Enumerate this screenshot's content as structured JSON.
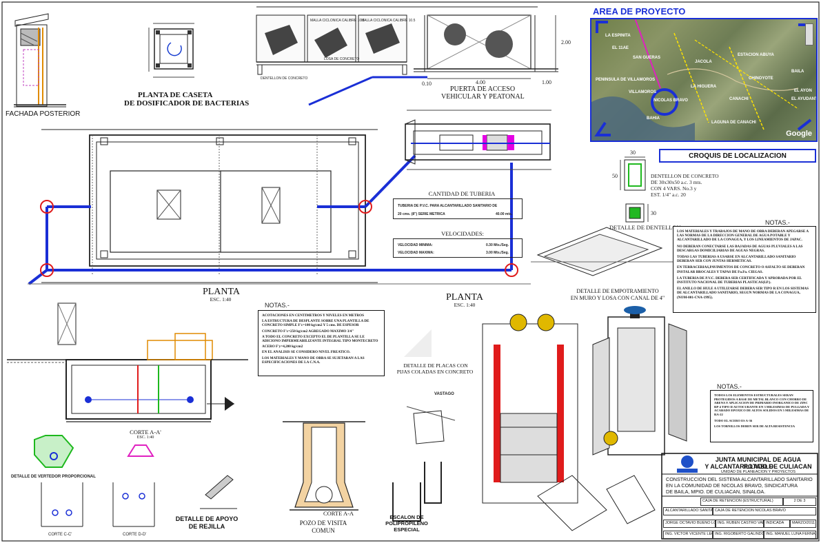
{
  "top_left": {
    "fachada_posterior": "FACHADA POSTERIOR",
    "planta_caseta_line1": "PLANTA DE CASETA",
    "planta_caseta_line2": "DE DOSIFICADOR DE BACTERIAS"
  },
  "gate": {
    "title_line1": "PUERTA DE ACCESO",
    "title_line2": "VEHICULAR Y PEATONAL",
    "dim_left": "0.10",
    "dim_mid": "4.00",
    "dim_right": "1.00",
    "dim_height": "2.00",
    "malla_left": "MALLA CICLONICA CALIBRE 10.5",
    "malla_mid": "MALLA CICLONICA CALIBRE 10.5",
    "losa": "LOSA DE CONCRETO",
    "dentellon": "DENTELLON DE CONCRETO"
  },
  "map": {
    "title": "AREA DE PROYECTO",
    "google": "Google",
    "places": [
      "LA ESPINITA",
      "EL 11AE",
      "ESTACION ABUYA",
      "BAILA",
      "EL AYUDANTE",
      "EL AYON",
      "SAN GUERAS",
      "JACOLA",
      "CHINOYOTE",
      "PENINSULA DE VILLAMOROS",
      "VILLAMOROS",
      "LA HIGUERA",
      "NICOLAS BRAVO",
      "BAHIA",
      "CANACHI",
      "LAGUNA DE CANACHI"
    ]
  },
  "croquis": "CROQUIS DE LOCALIZACION",
  "dentellon": {
    "dim_top": "30",
    "dim_side": "50",
    "dim_bottom": "30",
    "spec_line1": "DENTELLON DE CONCRETO",
    "spec_line2": "DE 30x30x50 a.c. 3 mts.",
    "spec_line3": "CON 4 VARS. No.3 y",
    "spec_line4": "EST. 1/4\" a.c. 20",
    "detail": "DETALLE DE DENTELLON"
  },
  "notes_right": {
    "title": "NOTAS.-",
    "lines": [
      "LOS MATERIALES Y TRABAJOS DE MANO DE OBRA DEBERAN APEGARSE A LAS NORMAS DE LA DIRECCION GENERAL DE AGUA POTABLE Y ALCANTARILLADO DE LA CONAGUA, Y LOS LINEAMIENTOS DE JAPAC.",
      "NO DEBERAN CONECTARSE LAS BAJADAS DE AGUAS PLUVIALES A LAS DESCARGAS DOMICILIARIAS DE AGUAS NEGRAS.",
      "TODAS LAS TUBERIAS A USARSE EN ALCANTARILLADO SANITARIO DEBERAN SER CON JUNTAS HERMETICAS.",
      "EN TERRACERIAS,PAVIMENTOS DE CONCRETO O ASFALTO SE DEBERAN INSTALAR BROCALES Y TAPAS DE Fo.Fo. CIEGAS.",
      "LA TUBERIA DE P.V.C. DEBERA SER CERTIFICADA Y APROBADA POR EL INSTITUTO NACIONAL DE TUBERIAS PLASTICAS(I.P.).",
      "EL ANILLO DE HULE A UTILIZARSE DEBERA SER TIPO R EN LOS SISTEMAS DE ALCANTARILLADO SANITARIO, SEGUN NORMAS DE LA CONAGUA, (NOM-001-CNA-1995)."
    ]
  },
  "planta": {
    "label_left": "PLANTA",
    "scale_left": "ESC. 1:40",
    "label_right": "PLANTA",
    "scale_right": "ESC. 1:40"
  },
  "cantidad": {
    "title": "CANTIDAD DE TUBERIA",
    "row1": "TUBERIA DE P.V.C. PARA ALCANTARILLADO SANITARIO DE",
    "row2": "20 cms. (8\") SERIE METRICA",
    "row2_value": "40.00 mts."
  },
  "velocidades": {
    "title": "VELOCIDADES:",
    "min_label": "VELOCIDAD MINIMA:",
    "min_value": "0.30 Mts./Seg.",
    "max_label": "VELOCIDAD MAXIMA:",
    "max_value": "3.00 Mts./Seg."
  },
  "empotramiento": {
    "line1": "DETALLE DE EMPOTRAMIENTO",
    "line2": "EN MURO Y LOSA CON CANAL DE 4\""
  },
  "notes_mid": {
    "title": "NOTAS.-",
    "lines": [
      "ACOTACIONES EN CENTIMETROS Y NIVELES EN METROS",
      "LA ESTRUCTURA DE DESPLANTE SOBRE UNA PLANTILLA DE CONCRETO SIMPLE F'c=100 kg/cm2 Y 5 cms. DE ESPESOR",
      "CONCRETO F'c=250 kg/cm2 AGREGADO MAXIMO 3/4\"",
      "A TODO EL CONCRETO EXCEPTO EL DE PLANTILLA SE LE ADICIONO IMPERMEABILIZANTE INTEGRAL TIPO MONTECRETO",
      "ACERO F'y=4,200 kg/cm2",
      "EN EL ANALISIS SE CONSIDERO NIVEL FREATICO.",
      "LOS MATERIALES Y MANO DE OBRA SE SUJETARAN A LAS ESPECIFICACIONES DE LA C.N.A."
    ]
  },
  "placas": {
    "line1": "DETALLE DE PLACAS CON",
    "line2": "PIJAS COLADAS EN CONCRETO"
  },
  "corte_aa": {
    "label": "CORTE A-A'",
    "scale": "ESC. 1:40"
  },
  "bottom_left": {
    "vertedor": "DETALLE DE VERTEDOR PROPORCIONAL",
    "corte_cc": "CORTE C-C'",
    "corte_dd": "CORTE D-D'",
    "apoyo_line1": "DETALLE DE APOYO",
    "apoyo_line2": "DE REJILLA"
  },
  "pozo": {
    "corte": "CORTE A-A",
    "line1": "POZO DE VISITA",
    "line2": "COMUN"
  },
  "escalon": {
    "line1": "ESCALON DE",
    "line2": "POLIPROPILENO",
    "line3": "ESPECIAL",
    "vastago": "VASTAGO"
  },
  "notes_steel": {
    "title": "NOTAS.-",
    "lines": [
      "TODOS LOS ELEMENTOS ESTRUCTURALES SERAN PROTEGIDOS A BASE DE METAL BLANCO CON CHORRO DE ARENA Y APLICACION DE PRIMARIO INORGANICO DE ZINC RP-4 TIPO II AUTOCURANTE EN 3 MILESIMAS DE PULGADA Y ACABADO EPOXICO DE ALTOS SOLIDOS EN 5 MILESIMAS DE RA-22",
      "TODO EL ACERO ES A-36",
      "LOS TORNILLOS DEBEN SER DE ALTA RESISTENCIA"
    ]
  },
  "title_block": {
    "org_line1": "JUNTA MUNICIPAL DE AGUA POTABLE",
    "org_line2": "Y ALCANTARILLADO DE CULIACAN",
    "org_line3": "UNIDAD DE PLANEACION Y PROYECTOS",
    "project_line1": "CONSTRUCCION DEL SISTEMA ALCANTARILLADO SANITARIO",
    "project_line2": "EN LA COMUNIDAD DE NICOLAS BRAVO, SINDICATURA",
    "project_line3": "DE BAILA, MPIO. DE CULIACAN, SINALOA.",
    "plano": "CAJA DE RETENCION (ESTRUCTURAL)",
    "sheet": "2 DE 3",
    "area": "ALCANTARILLADO SANITARIO",
    "desc": "CAJA DE RETENCION NICOLAS BRAVO",
    "person1": "JORGE OCTAVIO BUENO LOPEZ",
    "person2": "ING. RUBEN CASTRO VALENZUELA",
    "escala": "INDICADA",
    "fecha": "MARZO/2011",
    "person3": "ING. VICTOR VICENTE LEON MEJIA",
    "person4": "ING. RIGOBERTO GALINDO AGUERO",
    "person5": "ING. MANUEL LUNA FERNANDEZ"
  }
}
